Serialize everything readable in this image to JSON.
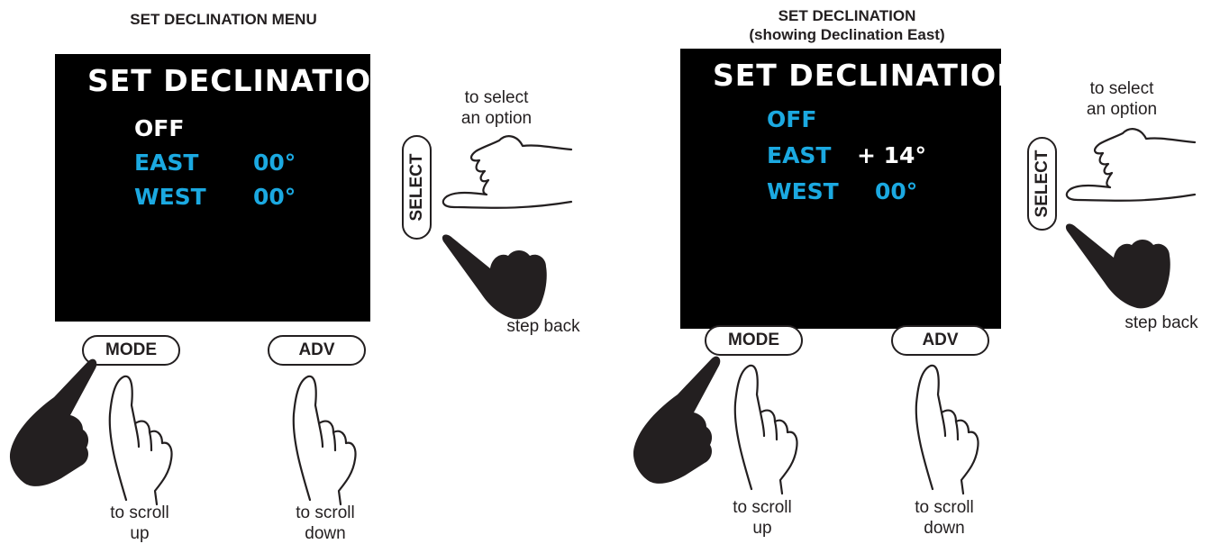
{
  "panels": [
    {
      "title_lines": [
        "SET DECLINATION MENU",
        ""
      ],
      "screen": {
        "title": "SET DECLINATION",
        "off": "OFF",
        "east_label": "EAST",
        "east_value": "00°",
        "west_label": "WEST",
        "west_value": "00°"
      },
      "select_label": "SELECT",
      "select_caption": [
        "to select",
        "an option"
      ],
      "back_caption": "step back",
      "mode_label": "MODE",
      "adv_label": "ADV",
      "up_caption": [
        "to scroll",
        "up"
      ],
      "down_caption": [
        "to scroll",
        "down"
      ]
    },
    {
      "title_lines": [
        "SET DECLINATION",
        "(showing Declination East)"
      ],
      "screen": {
        "title": "SET DECLINATION",
        "off": "OFF",
        "east_label": "EAST",
        "east_value": "+ 14°",
        "west_label": "WEST",
        "west_value": "00°"
      },
      "select_label": "SELECT",
      "select_caption": [
        "to select",
        "an option"
      ],
      "back_caption": "step back",
      "mode_label": "MODE",
      "adv_label": "ADV",
      "up_caption": [
        "to scroll",
        "up"
      ],
      "down_caption": [
        "to scroll",
        "down"
      ]
    }
  ],
  "colors": {
    "screen_bg": "#000000",
    "text_white": "#ffffff",
    "text_cyan": "#1ba9e1",
    "ink": "#231f20"
  }
}
